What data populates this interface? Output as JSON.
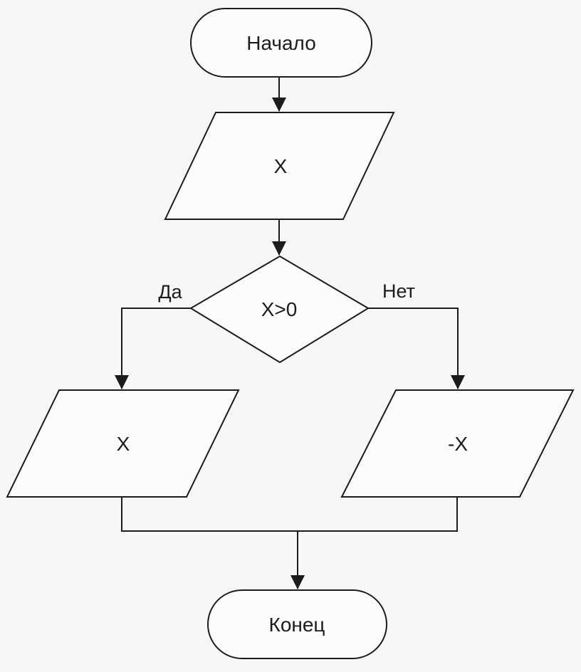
{
  "diagram": {
    "type": "flowchart",
    "language": "ru",
    "nodes": {
      "start": {
        "label": "Начало",
        "shape": "terminator"
      },
      "input": {
        "label": "X",
        "shape": "parallelogram"
      },
      "decision": {
        "label": "X>0",
        "shape": "diamond"
      },
      "branch_yes": {
        "label": "X",
        "shape": "parallelogram"
      },
      "branch_no": {
        "label": "-X",
        "shape": "parallelogram"
      },
      "end": {
        "label": "Конец",
        "shape": "terminator"
      }
    },
    "edges": {
      "start_to_input": {
        "from": "start",
        "to": "input",
        "label": ""
      },
      "input_to_decision": {
        "from": "input",
        "to": "decision",
        "label": ""
      },
      "yes": {
        "from": "decision",
        "to": "branch_yes",
        "label": "Да"
      },
      "no": {
        "from": "decision",
        "to": "branch_no",
        "label": "Нет"
      },
      "merge_to_end": {
        "from": "branch_yes",
        "to": "end",
        "label": ""
      }
    },
    "colors": {
      "stroke": "#1c1c1c",
      "background": "#f7f7f7",
      "node_fill": "#fcfcfc"
    }
  }
}
